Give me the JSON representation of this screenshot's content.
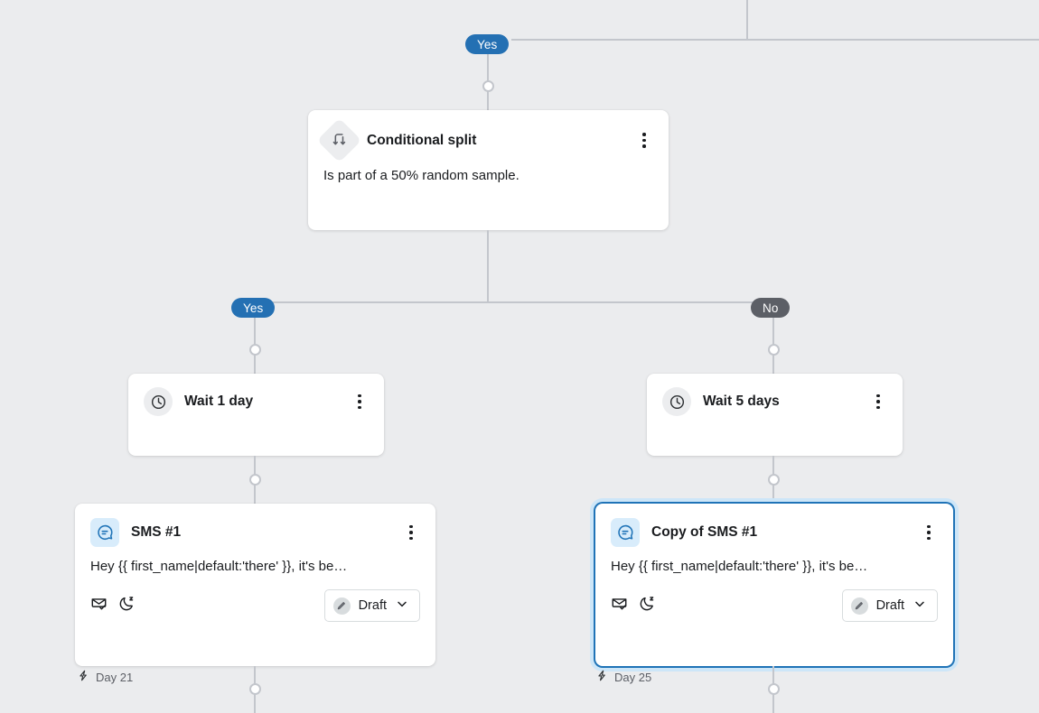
{
  "canvas": {
    "background_color": "#ebecee",
    "connector_color": "#c3c6cc"
  },
  "colors": {
    "accent_blue": "#2470b3",
    "selected_border": "#1f73b7",
    "selected_ring": "#cde6f8",
    "no_badge_gray": "#5c5f66",
    "sms_icon_bg": "#d8ecfb",
    "neutral_icon_bg": "#ecedef"
  },
  "branch_labels": {
    "top_yes": "Yes",
    "left_yes": "Yes",
    "right_no": "No"
  },
  "nodes": {
    "conditional_split": {
      "icon": "split-arrows-icon",
      "title": "Conditional split",
      "body": "Is part of a 50% random sample.",
      "menu": "kebab-menu-icon"
    },
    "wait_left": {
      "icon": "clock-icon",
      "title": "Wait 1 day",
      "menu": "kebab-menu-icon"
    },
    "wait_right": {
      "icon": "clock-icon",
      "title": "Wait 5 days",
      "menu": "kebab-menu-icon"
    },
    "sms_left": {
      "icon": "sms-chat-bubble-icon",
      "title": "SMS #1",
      "body": "Hey {{ first_name|default:'there' }}, it's be…",
      "menu": "kebab-menu-icon",
      "foot_icons": [
        "smart-sending-envelope-check-icon",
        "quiet-hours-moon-icon"
      ],
      "status": {
        "icon": "draft-pencil-icon",
        "label": "Draft",
        "chevron": "chevron-down-icon"
      },
      "selected": false,
      "day_label": {
        "icon": "lightning-bolt-icon",
        "text": "Day 21"
      }
    },
    "sms_right": {
      "icon": "sms-chat-bubble-icon",
      "title": "Copy of SMS #1",
      "body": "Hey {{ first_name|default:'there' }}, it's be…",
      "menu": "kebab-menu-icon",
      "foot_icons": [
        "smart-sending-envelope-check-icon",
        "quiet-hours-moon-icon"
      ],
      "status": {
        "icon": "draft-pencil-icon",
        "label": "Draft",
        "chevron": "chevron-down-icon"
      },
      "selected": true,
      "day_label": {
        "icon": "lightning-bolt-icon",
        "text": "Day 25"
      }
    }
  }
}
